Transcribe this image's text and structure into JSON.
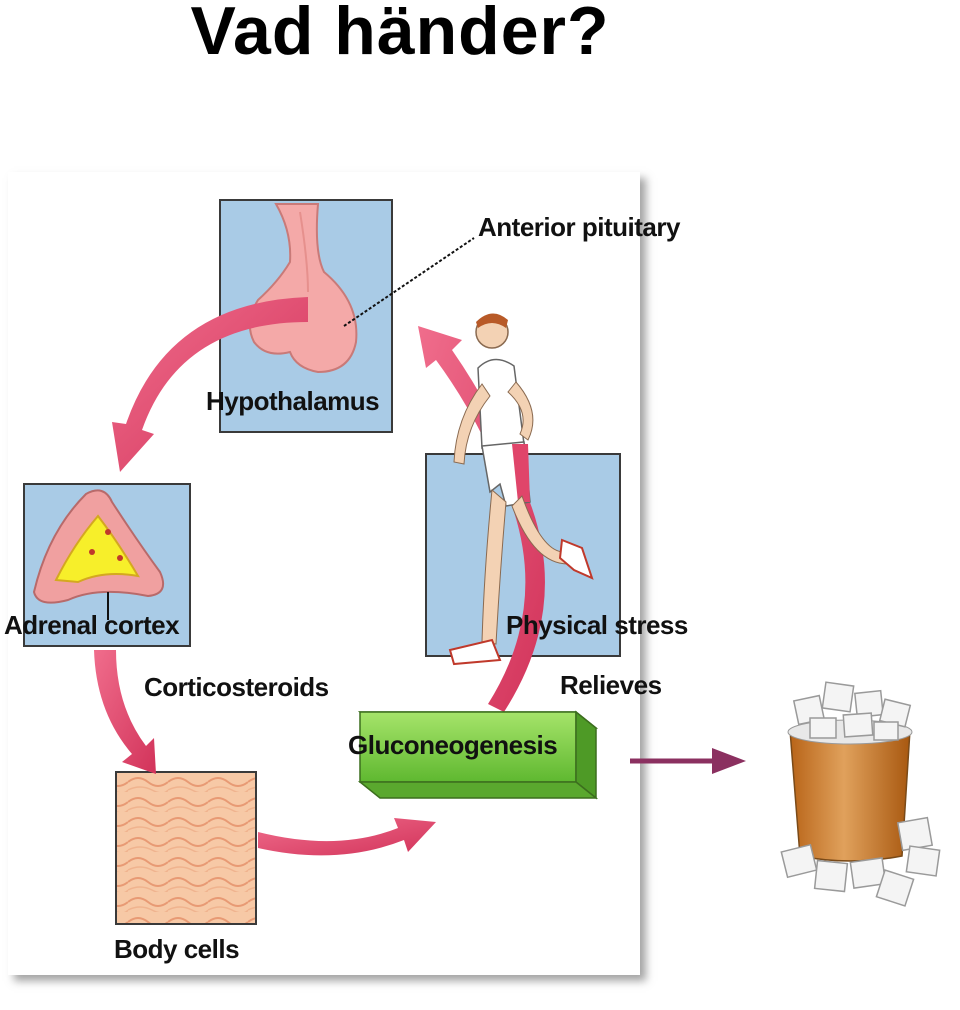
{
  "title": "Vad händer?",
  "diagram": {
    "labels": {
      "anterior_pituitary": "Anterior pituitary",
      "hypothalamus": "Hypothalamus",
      "adrenal_cortex": "Adrenal cortex",
      "corticosteroids": "Corticosteroids",
      "body_cells": "Body cells",
      "gluconeogenesis": "Gluconeogenesis",
      "physical_stress": "Physical stress",
      "relieves": "Relieves"
    },
    "colors": {
      "arrow": "#e0456a",
      "panel_bg": "#a9cbe6",
      "box_green": "#7fd04a",
      "sugar_arrow": "#8b3060"
    }
  }
}
